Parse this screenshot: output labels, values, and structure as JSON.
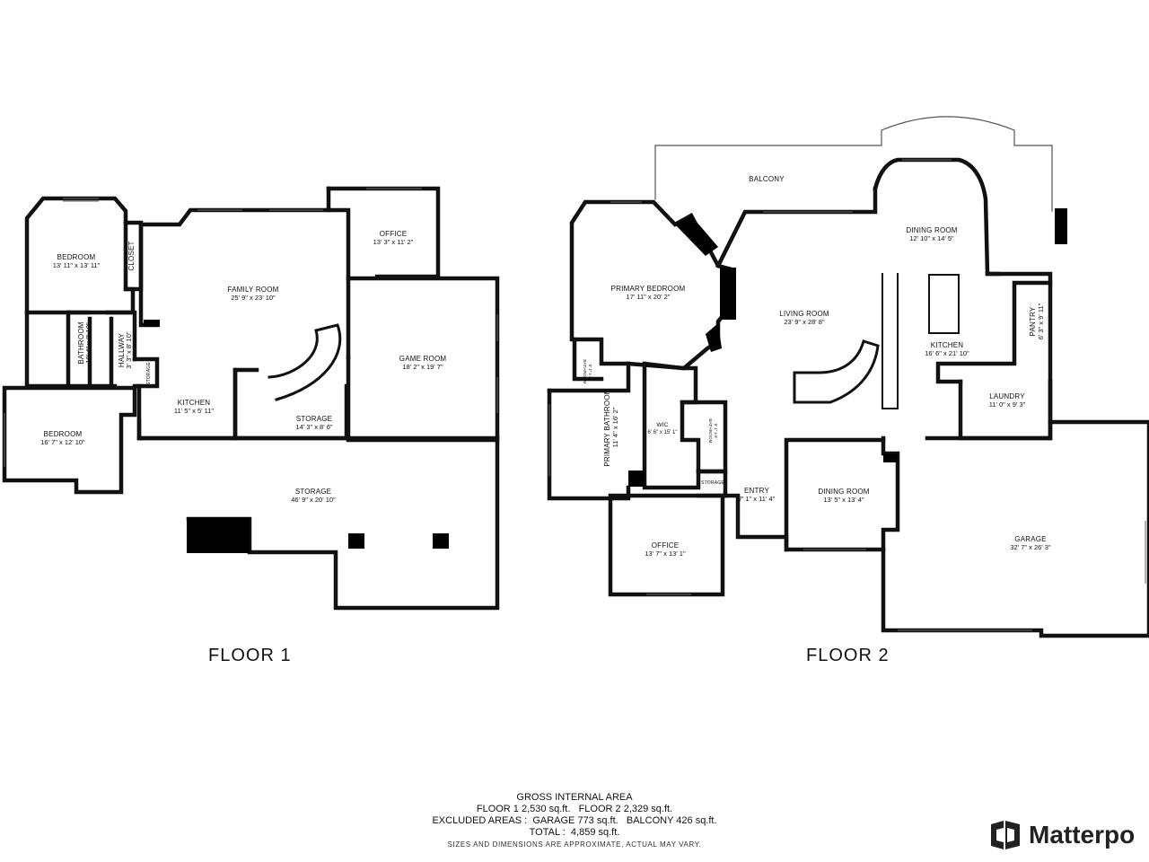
{
  "floors": {
    "floor1_label": "FLOOR 1",
    "floor2_label": "FLOOR 2"
  },
  "rooms": {
    "f1_bedroom_a": {
      "name": "BEDROOM",
      "dim": "13' 11\" x 13' 11\""
    },
    "f1_closet": {
      "name": "CLOSET"
    },
    "f1_family_room": {
      "name": "FAMILY ROOM",
      "dim": "25' 9\" x 23' 10\""
    },
    "f1_office": {
      "name": "OFFICE",
      "dim": "13' 3\" x 11' 2\""
    },
    "f1_bathroom": {
      "name": "BATHROOM",
      "dim": "10' 4\" x 8' 10\""
    },
    "f1_hallway": {
      "name": "HALLWAY",
      "dim": "3' 3\" x 8' 10\""
    },
    "f1_game_room": {
      "name": "GAME ROOM",
      "dim": "18' 2\" x 19' 7\""
    },
    "f1_storage_small": {
      "name": "STORAGE"
    },
    "f1_kitchen": {
      "name": "KITCHEN",
      "dim": "11' 5\" x 5' 11\""
    },
    "f1_storage_mid": {
      "name": "STORAGE",
      "dim": "14' 3\" x 8' 6\""
    },
    "f1_bedroom_b": {
      "name": "BEDROOM",
      "dim": "16' 7\" x 12' 10\""
    },
    "f1_storage_large": {
      "name": "STORAGE",
      "dim": "46' 9\" x 20' 10\""
    },
    "f2_balcony": {
      "name": "BALCONY"
    },
    "f2_dining_room_top": {
      "name": "DINING ROOM",
      "dim": "12' 10\" x 14' 5\""
    },
    "f2_primary_bedroom": {
      "name": "PRIMARY BEDROOM",
      "dim": "17' 11\" x 20' 2\""
    },
    "f2_living_room": {
      "name": "LIVING ROOM",
      "dim": "23' 9\" x 28' 8\""
    },
    "f2_pantry": {
      "name": "PANTRY",
      "dim": "6' 3\" x 9' 11\""
    },
    "f2_kitchen": {
      "name": "KITCHEN",
      "dim": "16' 6\" x 21' 10\""
    },
    "f2_bathroom_a": {
      "name": "BATHROOM",
      "dim": "5' 1\" x 4'"
    },
    "f2_primary_bathroom": {
      "name": "PRIMARY BATHROOM",
      "dim": "11' 4\" x 16' 2\""
    },
    "f2_wic": {
      "name": "WIC",
      "dim": "6' 6\" x 15' 1\""
    },
    "f2_bathroom_b": {
      "name": "BATHROOM",
      "dim": "5' 1\" x 6'"
    },
    "f2_laundry": {
      "name": "LAUNDRY",
      "dim": "11' 0\" x 9' 3\""
    },
    "f2_storage": {
      "name": "STORAGE"
    },
    "f2_entry": {
      "name": "ENTRY",
      "dim": "7' 1\" x 11' 4\""
    },
    "f2_dining_room": {
      "name": "DINING ROOM",
      "dim": "13' 5\" x 13' 4\""
    },
    "f2_office": {
      "name": "OFFICE",
      "dim": "13' 7\" x 13' 1\""
    },
    "f2_garage": {
      "name": "GARAGE",
      "dim": "32' 7\" x 26' 3\""
    }
  },
  "summary": {
    "title": "GROSS INTERNAL AREA",
    "line1": "FLOOR 1 2,530 sq.ft.   FLOOR 2 2,329 sq.ft.",
    "line2": "EXCLUDED AREAS :  GARAGE 773 sq.ft.   BALCONY 426 sq.ft.",
    "line3": "TOTAL :  4,859 sq.ft.",
    "disclaimer": "SIZES AND DIMENSIONS ARE APPROXIMATE, ACTUAL MAY VARY."
  },
  "brand": {
    "name": "Matterpo",
    "icon": "matterport-logo-icon"
  }
}
